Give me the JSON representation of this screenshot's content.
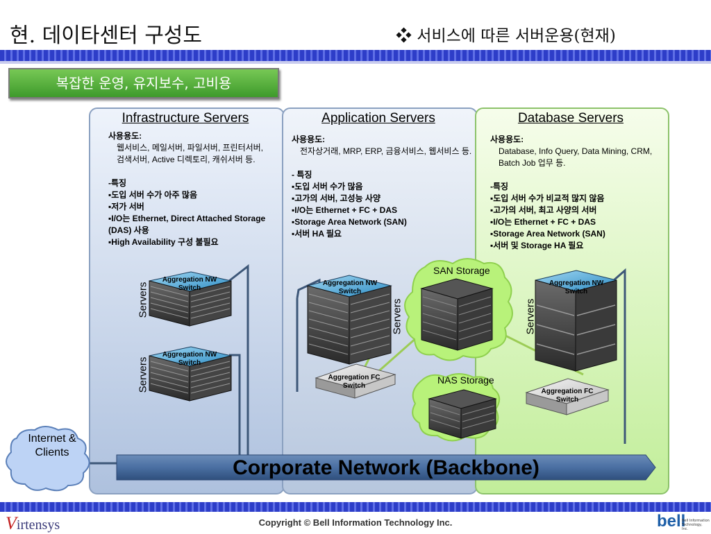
{
  "header": {
    "title": "현. 데이타센터 구성도",
    "subtitle": "❖ 서비스에 따른 서버운용(현재)"
  },
  "banner": {
    "label": "복잡한 운영, 유지보수, 고비용"
  },
  "panels": [
    {
      "title": "Infrastructure Servers",
      "usage_label": "사용용도:",
      "usage_text": "웹서비스, 메일서버, 파일서버, 프린터서버, 검색서버, Active 디렉토리, 캐쉬서버 등.",
      "feature_label": "-특징",
      "features": [
        "▪도입 서버 수가 아주 많음",
        "▪저가 서버",
        "▪I/O는 Ethernet, Direct Attached Storage (DAS) 사용",
        "▪High Availability 구성 불필요"
      ]
    },
    {
      "title": "Application Servers",
      "usage_label": "사용용도:",
      "usage_text": "전자상거래, MRP, ERP, 금융서비스, 웹서비스 등.",
      "feature_label": "- 특징",
      "features": [
        "▪도입 서버 수가 많음",
        "▪고가의 서버, 고성능 사양",
        "▪I/O는 Ethernet + FC + DAS",
        "▪Storage Area Network (SAN)",
        "▪서버 HA 필요"
      ]
    },
    {
      "title": "Database Servers",
      "usage_label": "사용용도:",
      "usage_text": "Database, Info Query, Data Mining, CRM, Batch Job 업무 등.",
      "feature_label": "-특징",
      "features": [
        "▪도입 서버 수가 비교적 많지 않음",
        "▪고가의 서버, 최고 사양의 서버",
        "▪I/O는 Ethernet + FC + DAS",
        "▪Storage Area Network (SAN)",
        "▪서버 및 Storage HA 필요"
      ]
    }
  ],
  "diagram": {
    "nw_switch_label": "Aggregation NW Switch",
    "fc_switch_label": "Aggregation FC Switch",
    "servers_label": "Servers",
    "san_label": "SAN Storage",
    "nas_label": "NAS Storage",
    "backbone_label": "Corporate Network (Backbone)",
    "cloud_label": "Internet & Clients"
  },
  "footer": {
    "copyright": "Copyright © Bell Information Technology Inc.",
    "logo_left_v": "V",
    "logo_left": "irtensys",
    "logo_right": "bell",
    "logo_right_sub": "Bell Information Technology, Inc."
  },
  "colors": {
    "accent_blue": "#2d3dc8",
    "banner_green": "#4faa35",
    "db_panel": "#c2ee9a",
    "link_line": "#3d5778"
  }
}
